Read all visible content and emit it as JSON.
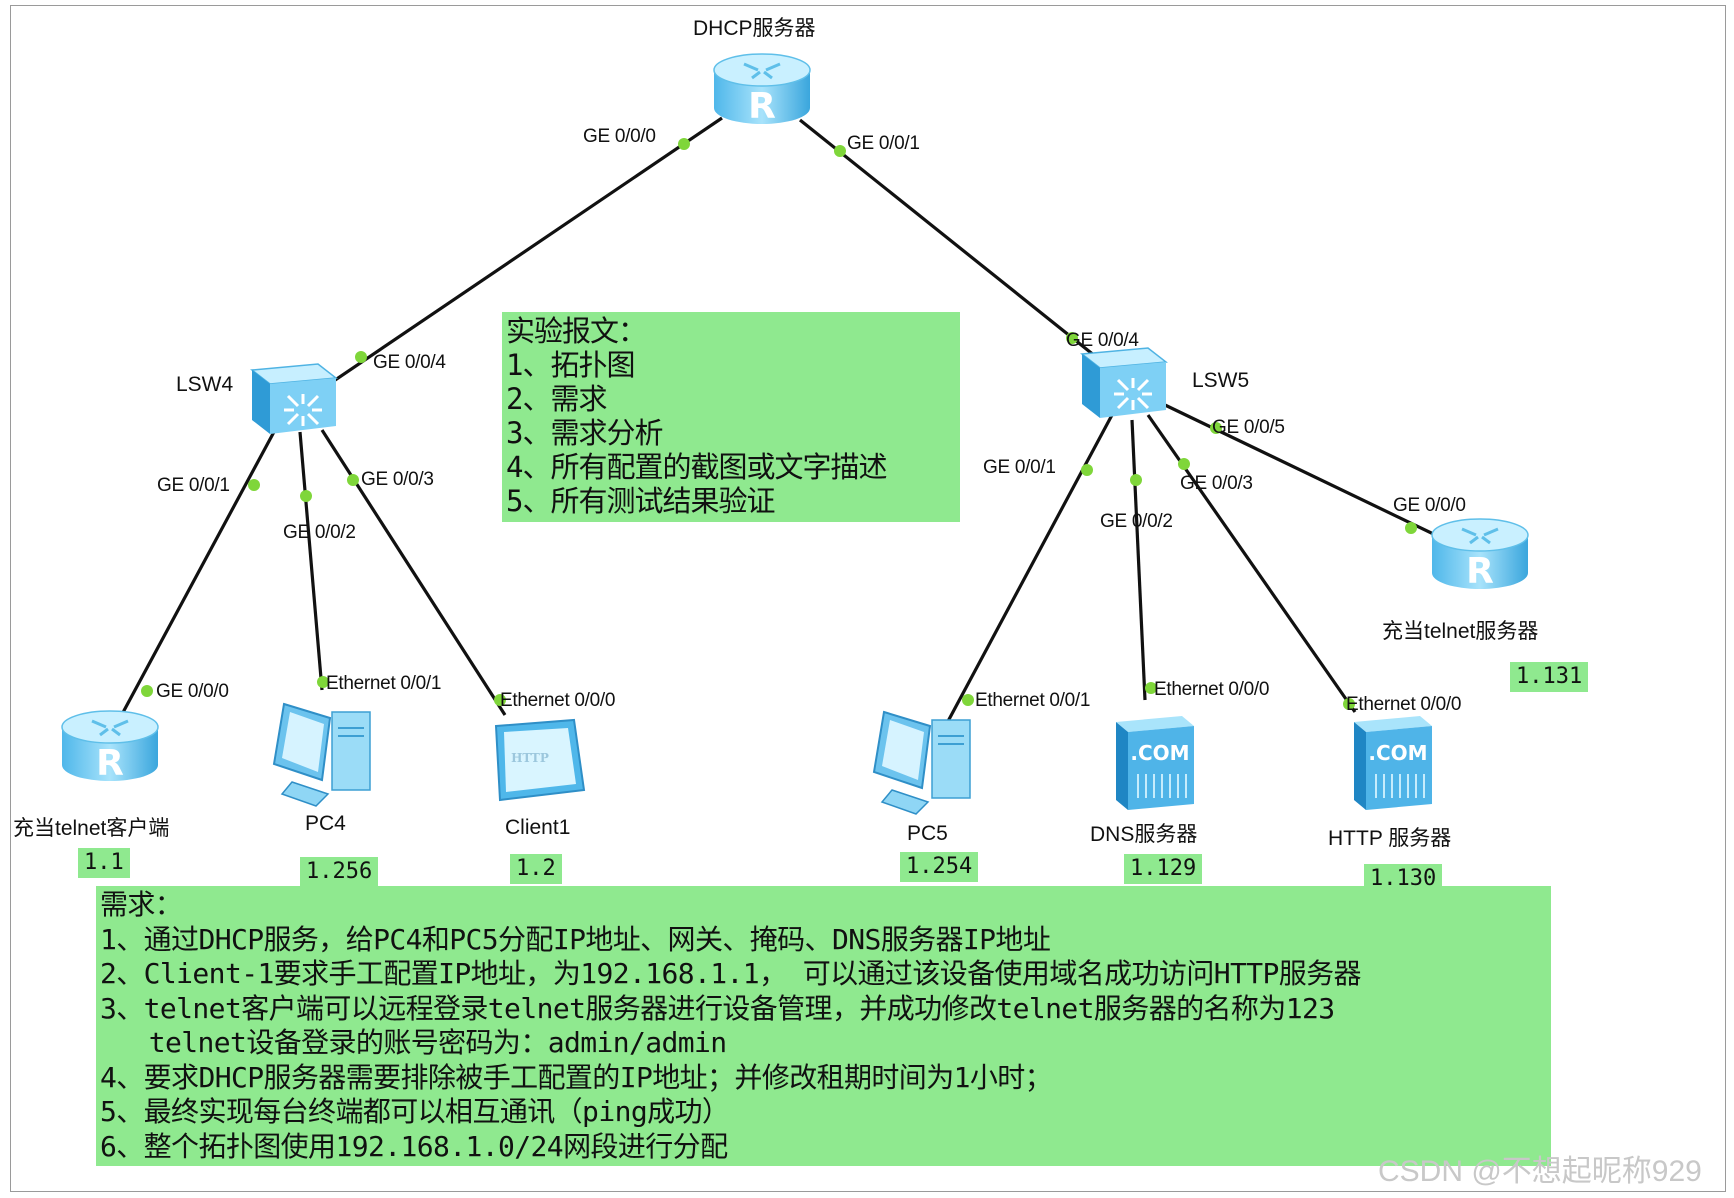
{
  "devices": {
    "dhcp_server": {
      "label": "DHCP服务器"
    },
    "lsw4": {
      "label": "LSW4"
    },
    "lsw5": {
      "label": "LSW5"
    },
    "telnet_client": {
      "label": "充当telnet客户端",
      "ip": "1.1"
    },
    "pc4": {
      "label": "PC4",
      "ip": "1.256"
    },
    "client1": {
      "label": "Client1",
      "ip": "1.2"
    },
    "pc5": {
      "label": "PC5",
      "ip": "1.254"
    },
    "dns_server": {
      "label": "DNS服务器",
      "ip": "1.129"
    },
    "http_server": {
      "label": "HTTP 服务器",
      "ip": "1.130"
    },
    "telnet_server": {
      "label": "充当telnet服务器",
      "ip": "1.131"
    }
  },
  "ports": {
    "dhcp_g000": "GE 0/0/0",
    "dhcp_g001": "GE 0/0/1",
    "lsw4_g004": "GE 0/0/4",
    "lsw4_g001": "GE 0/0/1",
    "lsw4_g002": "GE 0/0/2",
    "lsw4_g003": "GE 0/0/3",
    "lsw5_g004": "GE 0/0/4",
    "lsw5_g005": "GE 0/0/5",
    "lsw5_g001": "GE 0/0/1",
    "lsw5_g002": "GE 0/0/2",
    "lsw5_g003": "GE 0/0/3",
    "telnet_client_g000": "GE 0/0/0",
    "pc4_eth": "Ethernet 0/0/1",
    "client1_eth": "Ethernet 0/0/0",
    "pc5_eth": "Ethernet 0/0/1",
    "dns_eth": "Ethernet 0/0/0",
    "http_eth": "Ethernet 0/0/0",
    "telnet_server_g000": "GE 0/0/0"
  },
  "icons": {
    "router_letter": "R",
    "server_com": ".COM",
    "http_client": "HTTP"
  },
  "experiment_note": {
    "title": "实验报文：",
    "items": [
      "1、拓扑图",
      "2、需求",
      "3、需求分析",
      "4、所有配置的截图或文字描述",
      "5、所有测试结果验证"
    ]
  },
  "requirements_note": {
    "title": "需求：",
    "lines": [
      "1、通过DHCP服务，给PC4和PC5分配IP地址、网关、掩码、DNS服务器IP地址",
      "2、Client-1要求手工配置IP地址，为192.168.1.1， 可以通过该设备使用域名成功访问HTTP服务器",
      "3、telnet客户端可以远程登录telnet服务器进行设备管理，并成功修改telnet服务器的名称为123",
      "   telnet设备登录的账号密码为：admin/admin",
      "4、要求DHCP服务器需要排除被手工配置的IP地址；并修改租期时间为1小时；",
      "5、最终实现每台终端都可以相互通讯（ping成功）",
      "6、整个拓扑图使用192.168.1.0/24网段进行分配"
    ]
  },
  "watermark": "CSDN @不想起昵称929",
  "colors": {
    "note_bg": "#8fe98f",
    "link": "#111111",
    "port_dot": "#7fd63a",
    "device_blue": "#6fc8f0"
  }
}
